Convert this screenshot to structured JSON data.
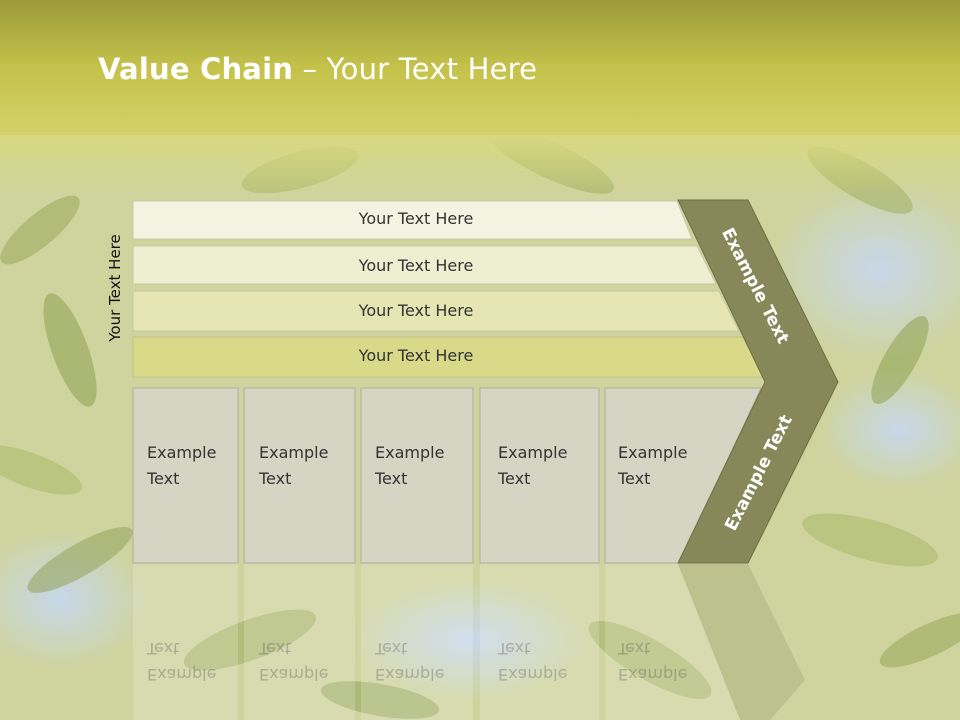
{
  "title": {
    "bold": "Value Chain",
    "rest": " – Your Text Here"
  },
  "side_label": "Your Text Here",
  "bars": [
    {
      "label": "Your Text Here"
    },
    {
      "label": "Your Text Here"
    },
    {
      "label": "Your Text Here"
    },
    {
      "label": "Your Text Here"
    }
  ],
  "cells": [
    {
      "line1": "Example",
      "line2": "Text"
    },
    {
      "line1": "Example",
      "line2": "Text"
    },
    {
      "line1": "Example",
      "line2": "Text"
    },
    {
      "line1": "Example",
      "line2": "Text"
    },
    {
      "line1": "Example",
      "line2": "Text"
    }
  ],
  "arrow": {
    "upper_label": "Example Text",
    "lower_label": "Example Text"
  },
  "colors": {
    "title_band": "#b8b73c",
    "bar_fills": [
      "#f4f4e2",
      "#eeeed0",
      "#e6e6b4",
      "#d9d98a"
    ],
    "cell_fill": "#d4d5c3",
    "arrow_fill": "#87885a",
    "title_text": "#ffffff"
  }
}
